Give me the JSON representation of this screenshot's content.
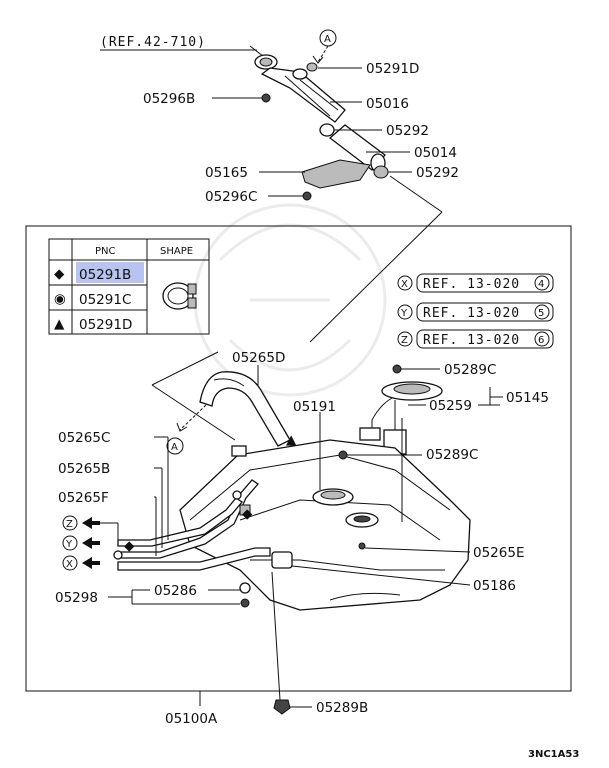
{
  "ref_top": "(REF.42-710)",
  "callout_A": "A",
  "legend": {
    "headers": [
      "PNC",
      "SHAPE"
    ],
    "rows": [
      {
        "symbol": "◆",
        "pnc": "05291B",
        "highlighted": true
      },
      {
        "symbol": "◉",
        "pnc": "05291C",
        "highlighted": false
      },
      {
        "symbol": "▲",
        "pnc": "05291D",
        "highlighted": false
      }
    ]
  },
  "refs": [
    {
      "letter": "X",
      "text": "REF. 13-020",
      "num": "4"
    },
    {
      "letter": "Y",
      "text": "REF. 13-020",
      "num": "5"
    },
    {
      "letter": "Z",
      "text": "REF. 13-020",
      "num": "6"
    }
  ],
  "labels": {
    "p05291D": "05291D",
    "p05296B": "05296B",
    "p05016": "05016",
    "p05292a": "05292",
    "p05014": "05014",
    "p05165": "05165",
    "p05292b": "05292",
    "p05296C": "05296C",
    "p05265D": "05265D",
    "p05289Ca": "05289C",
    "p05145": "05145",
    "p05191": "05191",
    "p05259": "05259",
    "p05265C": "05265C",
    "p05289Cb": "05289C",
    "p05265B": "05265B",
    "p05265F": "05265F",
    "p05265E": "05265E",
    "p05186": "05186",
    "p05298": "05298",
    "p05286": "05286",
    "p05100A": "05100A",
    "p05289B": "05289B"
  },
  "arrows": [
    "Z",
    "Y",
    "X"
  ],
  "code": "3NC1A53",
  "colors": {
    "highlight": "#b8c4ef"
  }
}
